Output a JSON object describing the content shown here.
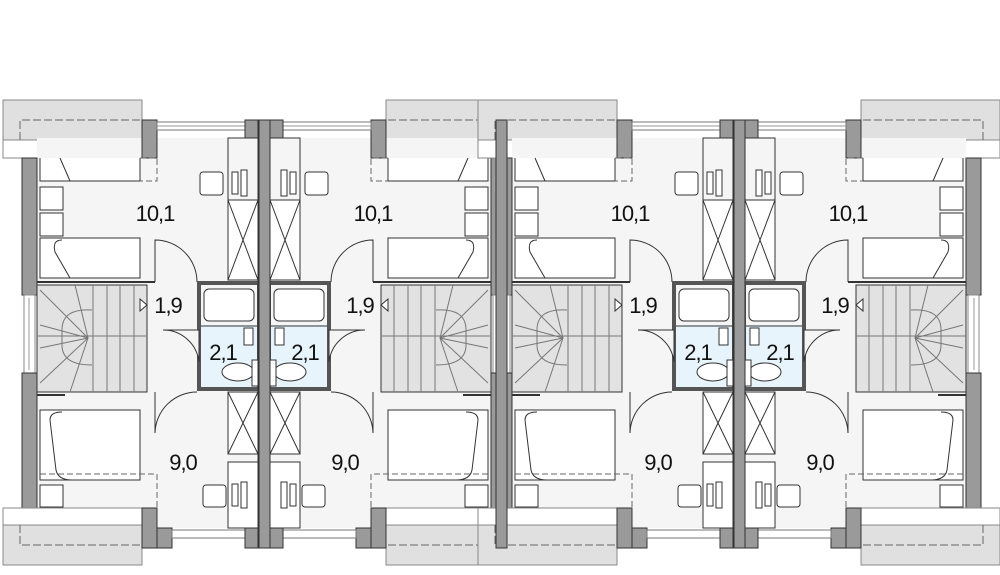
{
  "plan": {
    "colors": {
      "wall": "#9a9a9a",
      "floor": "#f5f5f5",
      "stairs": "#e2e2e2",
      "balcony": "#e0e0e0",
      "wc": "#e8f4fc",
      "line": "#333333"
    },
    "units": [
      {
        "bedroom_top": "10,1",
        "hall": "1,9",
        "bathroom": "2,1",
        "bedroom_bottom": "9,0"
      },
      {
        "bedroom_top": "10,1",
        "hall": "1,9",
        "bathroom": "2,1",
        "bedroom_bottom": "9,0"
      },
      {
        "bedroom_top": "10,1",
        "hall": "1,9",
        "bathroom": "2,1",
        "bedroom_bottom": "9,0"
      },
      {
        "bedroom_top": "10,1",
        "hall": "1,9",
        "bathroom": "2,1",
        "bedroom_bottom": "9,0"
      }
    ]
  }
}
